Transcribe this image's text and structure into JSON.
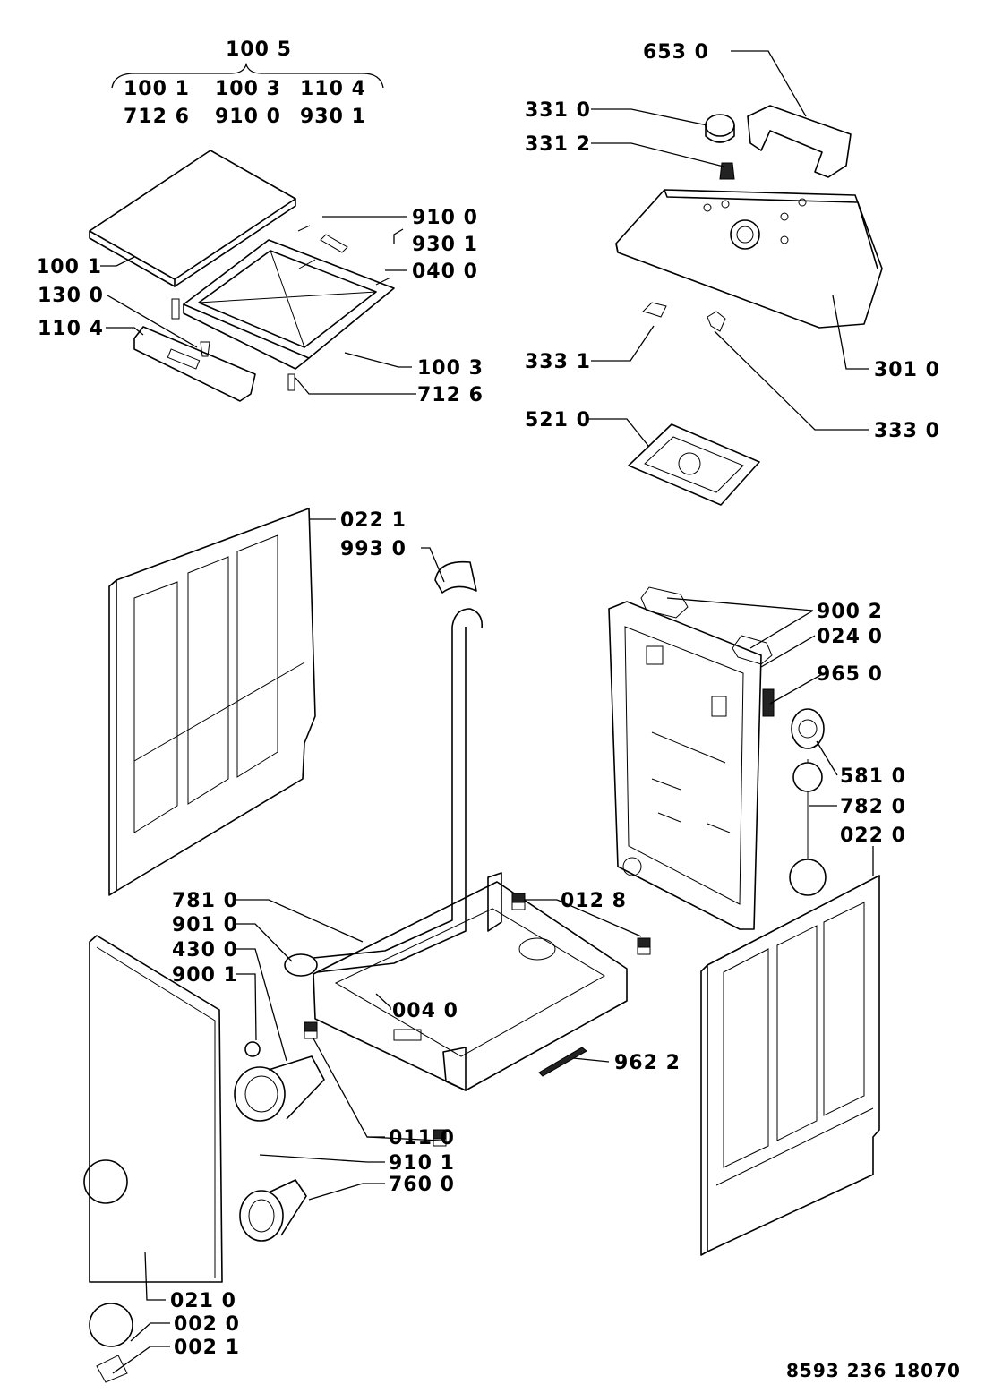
{
  "header": {
    "assembly": "100 5",
    "row1": [
      "100 1",
      "100 3",
      "110 4"
    ],
    "row2": [
      "712 6",
      "910 0",
      "930 1"
    ]
  },
  "labels": {
    "p6530": "653 0",
    "p3310": "331 0",
    "p3312": "331 2",
    "p9100a": "910 0",
    "p9301": "930 1",
    "p0400": "040 0",
    "p1001": "100 1",
    "p1300": "130 0",
    "p1104": "110 4",
    "p1003": "100 3",
    "p7126": "712 6",
    "p3331": "333 1",
    "p3010": "301 0",
    "p3330": "333 0",
    "p5210": "521 0",
    "p0221": "022 1",
    "p9930": "993 0",
    "p9002": "900 2",
    "p0240": "024 0",
    "p9650": "965 0",
    "p5810": "581 0",
    "p7820": "782 0",
    "p0220": "022 0",
    "p7810": "781 0",
    "p0128": "012 8",
    "p9010": "901 0",
    "p4300": "430 0",
    "p9001": "900 1",
    "p0040": "004 0",
    "p9622": "962 2",
    "p0110": "011 0",
    "p9101": "910 1",
    "p7600": "760 0",
    "p0210": "021 0",
    "p0020": "002 0",
    "p0021": "002 1"
  },
  "drawing_number": "8593 236 18070"
}
